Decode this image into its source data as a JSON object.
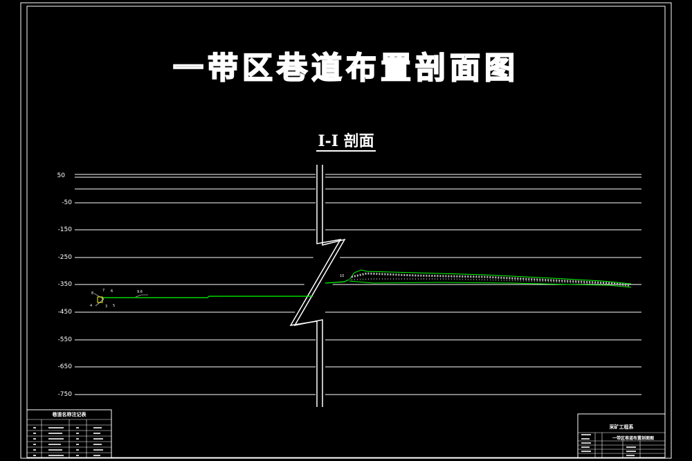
{
  "drawing": {
    "main_title": "一带区巷道布置剖面图",
    "section_title": "I-I 剖面",
    "elevation_labels": [
      "50",
      "-50",
      "-150",
      "-250",
      "-350",
      "-450",
      "-550",
      "-650",
      "-750"
    ],
    "annotations": {
      "left_numbers": [
        "8",
        "7",
        "6",
        "4",
        "3",
        "5"
      ],
      "roadway_label": "9.6",
      "right_label": "10"
    },
    "legend_table": {
      "title": "巷道名称注记表"
    },
    "title_block": {
      "company": "采矿工程系",
      "drawing_name": "一带区巷道布置剖面图"
    },
    "colors": {
      "background": "#000000",
      "lines": "#ffffff",
      "roadway": "#00ff00",
      "marker": "#ffff00"
    }
  }
}
